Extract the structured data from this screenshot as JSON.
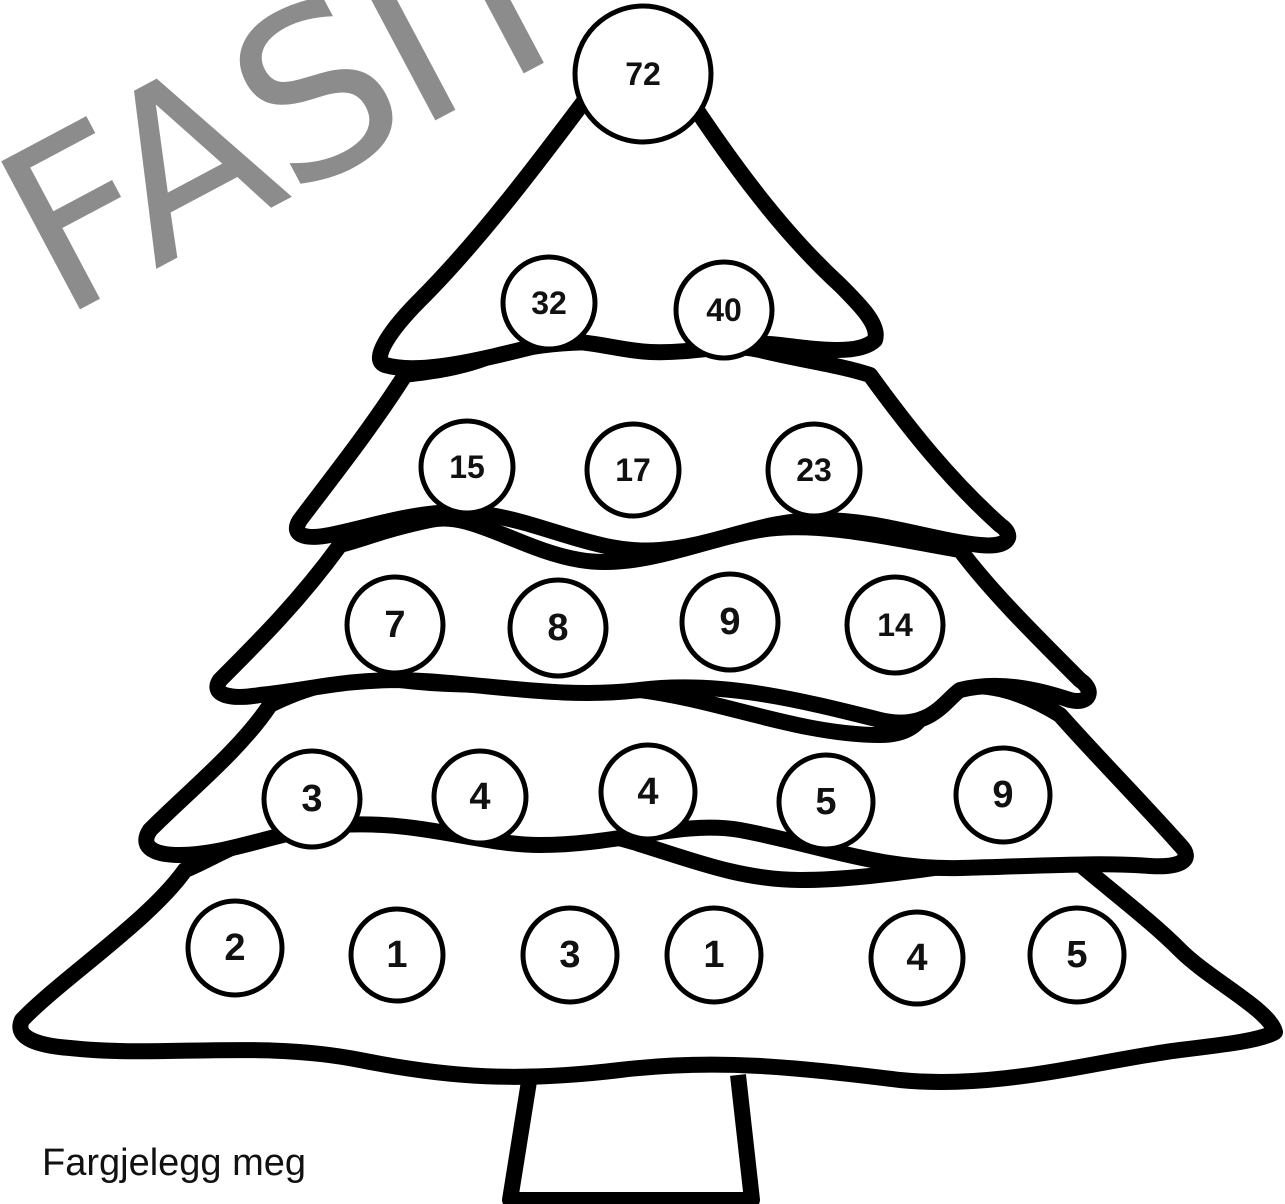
{
  "watermark": "FASIT",
  "caption": "Fargjelegg meg",
  "ornaments": [
    {
      "label": "72"
    },
    {
      "label": "32"
    },
    {
      "label": "40"
    },
    {
      "label": "15"
    },
    {
      "label": "17"
    },
    {
      "label": "23"
    },
    {
      "label": "7"
    },
    {
      "label": "8"
    },
    {
      "label": "9"
    },
    {
      "label": "14"
    },
    {
      "label": "3"
    },
    {
      "label": "4"
    },
    {
      "label": "4"
    },
    {
      "label": "5"
    },
    {
      "label": "9"
    },
    {
      "label": "2"
    },
    {
      "label": "1"
    },
    {
      "label": "3"
    },
    {
      "label": "1"
    },
    {
      "label": "4"
    },
    {
      "label": "5"
    }
  ]
}
